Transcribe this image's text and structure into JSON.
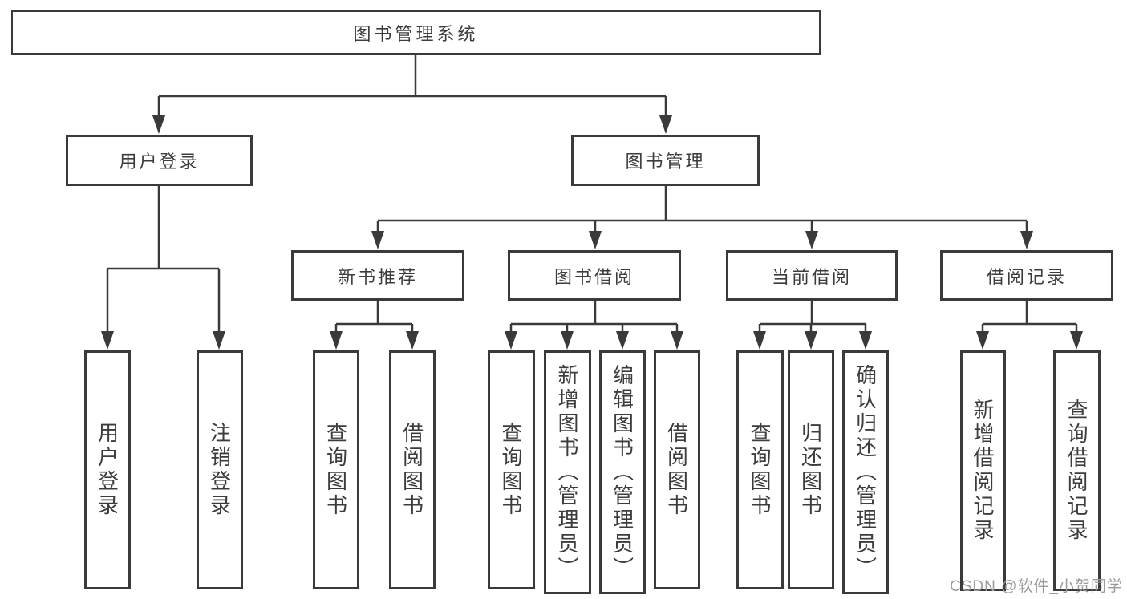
{
  "diagram_type": "hierarchy-tree",
  "nodes": {
    "root": {
      "label": "图书管理系统"
    },
    "login": {
      "label": "用户登录",
      "children": [
        {
          "label": "用户登录"
        },
        {
          "label": "注销登录"
        }
      ]
    },
    "mgmt": {
      "label": "图书管理"
    },
    "newbooks": {
      "label": "新书推荐",
      "children": [
        {
          "label": "查询图书"
        },
        {
          "label": "借阅图书"
        }
      ]
    },
    "borrow": {
      "label": "图书借阅",
      "children": [
        {
          "label": "查询图书"
        },
        {
          "label": "新增图书（管理员）"
        },
        {
          "label": "编辑图书（管理员）"
        },
        {
          "label": "借阅图书"
        }
      ]
    },
    "current": {
      "label": "当前借阅",
      "children": [
        {
          "label": "查询图书"
        },
        {
          "label": "归还图书"
        },
        {
          "label": "确认归还（管理员）"
        }
      ]
    },
    "records": {
      "label": "借阅记录",
      "children": [
        {
          "label": "新增借阅记录"
        },
        {
          "label": "查询借阅记录"
        }
      ]
    }
  },
  "watermark": "CSDN @软件_小贺同学",
  "colors": {
    "line": "#3a3a3a",
    "text": "#3c3c3c",
    "watermark": "#9b9b9b",
    "background": "#ffffff"
  }
}
